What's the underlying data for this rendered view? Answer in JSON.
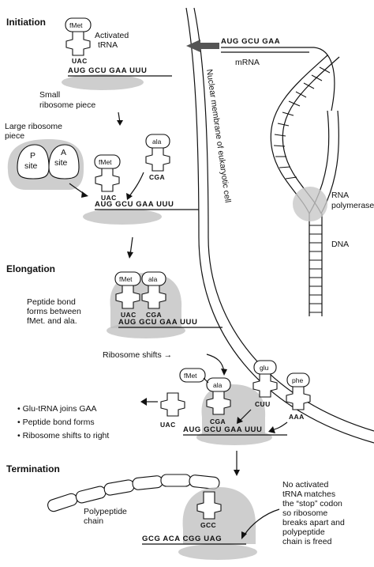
{
  "headings": {
    "initiation": "Initiation",
    "elongation": "Elongation",
    "termination": "Termination"
  },
  "labels": {
    "activated_trna_line1": "Activated",
    "activated_trna_line2": "tRNA",
    "small_ribosome_line1": "Small",
    "small_ribosome_line2": "ribosome piece",
    "large_ribosome_line1": "Large ribosome",
    "large_ribosome_line2": "piece",
    "p_site_line1": "P",
    "p_site_line2": "site",
    "a_site_line1": "A",
    "a_site_line2": "site",
    "mrna": "mRNA",
    "nuclear_membrane": "Nuclear membrane of eukaryotic cell",
    "rna_polymerase_line1": "RNA",
    "rna_polymerase_line2": "polymerase",
    "dna": "DNA",
    "peptide_bond_line1": "Peptide bond",
    "peptide_bond_line2": "forms between",
    "peptide_bond_line3": "fMet. and ala.",
    "ribosome_shifts": "Ribosome shifts →",
    "bullet_1": "• Glu-tRNA joins GAA",
    "bullet_2": "• Peptide bond forms",
    "bullet_3": "• Ribosome shifts to right",
    "polypeptide_line1": "Polypeptide",
    "polypeptide_line2": "chain",
    "stop_line1": "No activated",
    "stop_line2": "tRNA matches",
    "stop_line3": "the “stop” codon",
    "stop_line4": "so ribosome",
    "stop_line5": "breaks apart and",
    "stop_line6": "polypeptide",
    "stop_line7": "chain is freed"
  },
  "sequences": {
    "mrna_top": "AUG GCU GAA",
    "initiation_mrna": "AUG GCU GAA UUU",
    "assembly_mrna": "AUG GCU GAA UUU",
    "elongation_mrna": "AUG GCU GAA UUU",
    "shift_mrna": "AUG GCU GAA UUU",
    "termination_mrna": "GCG ACA CGG UAG"
  },
  "trna": {
    "fmet": "fMet",
    "ala": "ala",
    "glu": "glu",
    "phe": "phe",
    "anti_uac": "UAC",
    "anti_cga": "CGA",
    "anti_cuu": "CUU",
    "anti_aaa": "AAA",
    "anti_gcc": "GCC"
  }
}
